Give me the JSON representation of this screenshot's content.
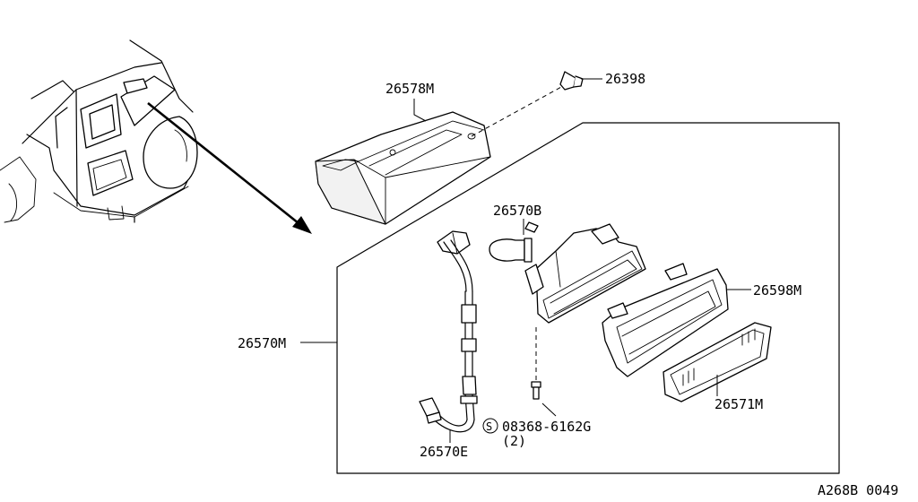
{
  "labels": {
    "p26578M": "26578M",
    "p26398": "26398",
    "p26570B": "26570B",
    "p26598M": "26598M",
    "p26570M": "26570M",
    "p26571M": "26571M",
    "screw_prefix": "S",
    "screw_part": "08368-6162G",
    "screw_qty": "(2)",
    "p26570E": "26570E"
  },
  "footer": {
    "reference": "A268B 0049"
  }
}
